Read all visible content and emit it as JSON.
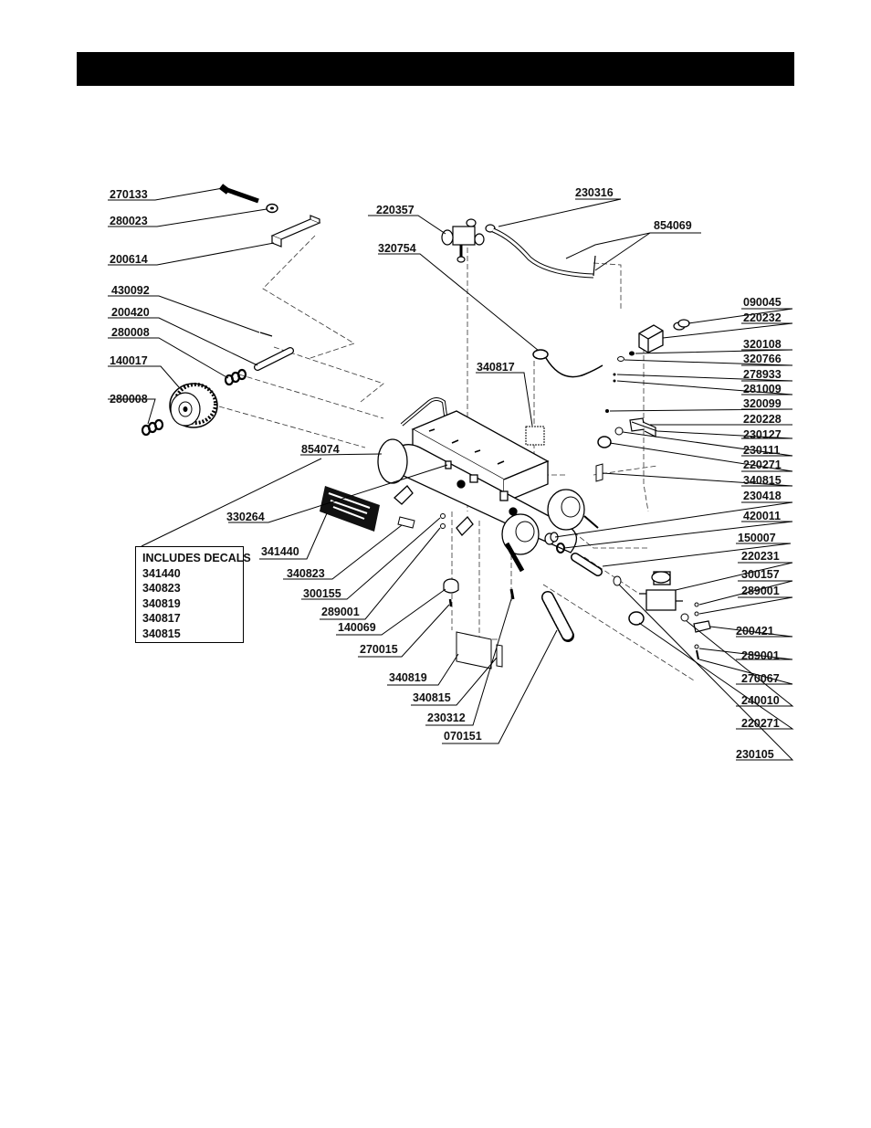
{
  "header": {
    "title": ""
  },
  "labels": {
    "l270133": "270133",
    "l280023": "280023",
    "l200614": "200614",
    "l430092": "430092",
    "l200420": "200420",
    "l280008a": "280008",
    "l140017": "140017",
    "l280008b": "280008",
    "l854074": "854074",
    "l330264": "330264",
    "l341440": "341440",
    "l340823": "340823",
    "l300155": "300155",
    "l289001a": "289001",
    "l140069": "140069",
    "l270015": "270015",
    "l340819": "340819",
    "l340815a": "340815",
    "l230312": "230312",
    "l070151": "070151",
    "l220357": "220357",
    "l320754": "320754",
    "l340817": "340817",
    "l230316": "230316",
    "l854069": "854069",
    "l090045": "090045",
    "l220232": "220232",
    "l320108": "320108",
    "l320766": "320766",
    "l278933": "278933",
    "l281009": "281009",
    "l320099": "320099",
    "l220228": "220228",
    "l230127": "230127",
    "l230111": "230111",
    "l220271a": "220271",
    "l340815b": "340815",
    "l230418": "230418",
    "l420011": "420011",
    "l150007": "150007",
    "l220231": "220231",
    "l300157": "300157",
    "l289001b": "289001",
    "l200421": "200421",
    "l289001c": "289001",
    "l270067": "270067",
    "l240010": "240010",
    "l220271b": "220271",
    "l230105": "230105"
  },
  "decals": {
    "title": "INCLUDES DECALS",
    "items": [
      "341440",
      "340823",
      "340819",
      "340817",
      "340815"
    ]
  }
}
